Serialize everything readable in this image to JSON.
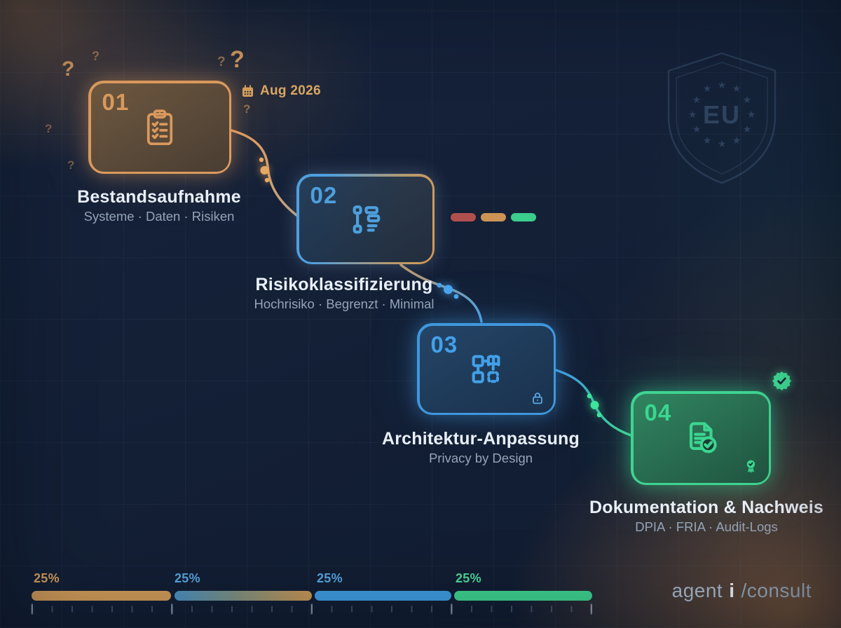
{
  "title_context": "EU AI compliance roadmap infographic",
  "decor": {
    "question_mark": "?"
  },
  "deadline": {
    "label": "Aug 2026",
    "color": "#dba863"
  },
  "watermark": {
    "label": "EU"
  },
  "steps": [
    {
      "number": "01",
      "title": "Bestandsaufnahme",
      "subtitle": "Systeme · Daten · Risiken",
      "accent": "#dc9a5d"
    },
    {
      "number": "02",
      "title": "Risikoklassifizierung",
      "subtitle": "Hochrisiko · Begrenzt · Minimal",
      "accent": "#4f9fe0",
      "accent_end": "#d59a55"
    },
    {
      "number": "03",
      "title": "Architektur-Anpassung",
      "subtitle": "Privacy by Design",
      "accent": "#3f97dd"
    },
    {
      "number": "04",
      "title": "Dokumentation & Nachweis",
      "subtitle": "DPIA · FRIA · Audit-Logs",
      "accent": "#3ed491"
    }
  ],
  "risk_pills": [
    {
      "name": "high-risk",
      "color": "#b0504e"
    },
    {
      "name": "limited-risk",
      "color": "#cc9355"
    },
    {
      "name": "minimal-risk",
      "color": "#3bcd8c"
    }
  ],
  "progress": {
    "segments": [
      {
        "label": "25%",
        "value": 25,
        "color": "#cf9a58",
        "label_color": "#d4a05f"
      },
      {
        "label": "25%",
        "value": 25,
        "color_start": "#4a8fc0",
        "color_end": "#c89553",
        "label_color": "#58a5de"
      },
      {
        "label": "25%",
        "value": 25,
        "color": "#3f9ade",
        "label_color": "#58a5de"
      },
      {
        "label": "25%",
        "value": 25,
        "color": "#3ecf8c",
        "label_color": "#4fd695"
      }
    ]
  },
  "branding": {
    "agent": "agent",
    "i": "i",
    "consult": "/consult"
  }
}
